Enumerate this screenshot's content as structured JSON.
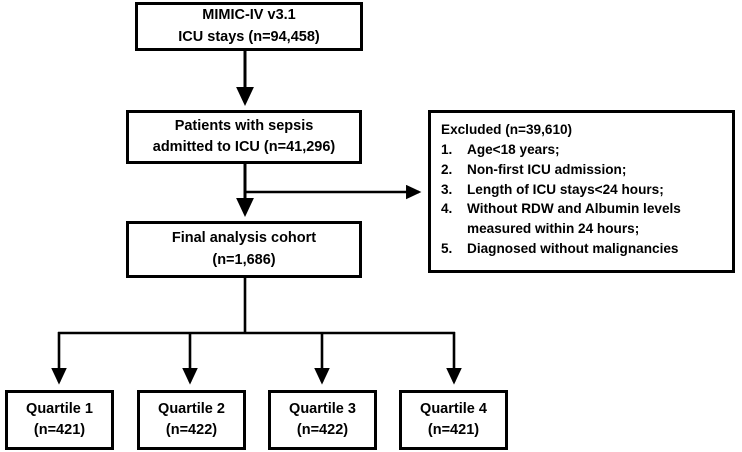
{
  "figure": {
    "type": "flowchart",
    "orientation": "top-down",
    "stroke_color": "#000000",
    "background_color": "#ffffff"
  },
  "nodes": {
    "source": {
      "line1": "MIMIC-IV v3.1",
      "line2": "ICU stays (n=94,458)"
    },
    "sepsis": {
      "line1": "Patients with sepsis",
      "line2": "admitted to ICU (n=41,296)"
    },
    "cohort": {
      "line1": "Final analysis cohort",
      "line2": "(n=1,686)"
    },
    "excluded": {
      "title": "Excluded (n=39,610)",
      "items": [
        {
          "num": "1.",
          "text": "Age<18 years;"
        },
        {
          "num": "2.",
          "text": "Non-first ICU admission;"
        },
        {
          "num": "3.",
          "text": "Length of ICU stays<24 hours;"
        },
        {
          "num": "4.",
          "text": "Without RDW and Albumin levels",
          "text2": "measured within 24 hours;"
        },
        {
          "num": "5.",
          "text": "Diagnosed without malignancies"
        }
      ]
    },
    "quartiles": [
      {
        "label": "Quartile 1",
        "count": "(n=421)"
      },
      {
        "label": "Quartile 2",
        "count": "(n=422)"
      },
      {
        "label": "Quartile 3",
        "count": "(n=422)"
      },
      {
        "label": "Quartile 4",
        "count": "(n=421)"
      }
    ]
  }
}
